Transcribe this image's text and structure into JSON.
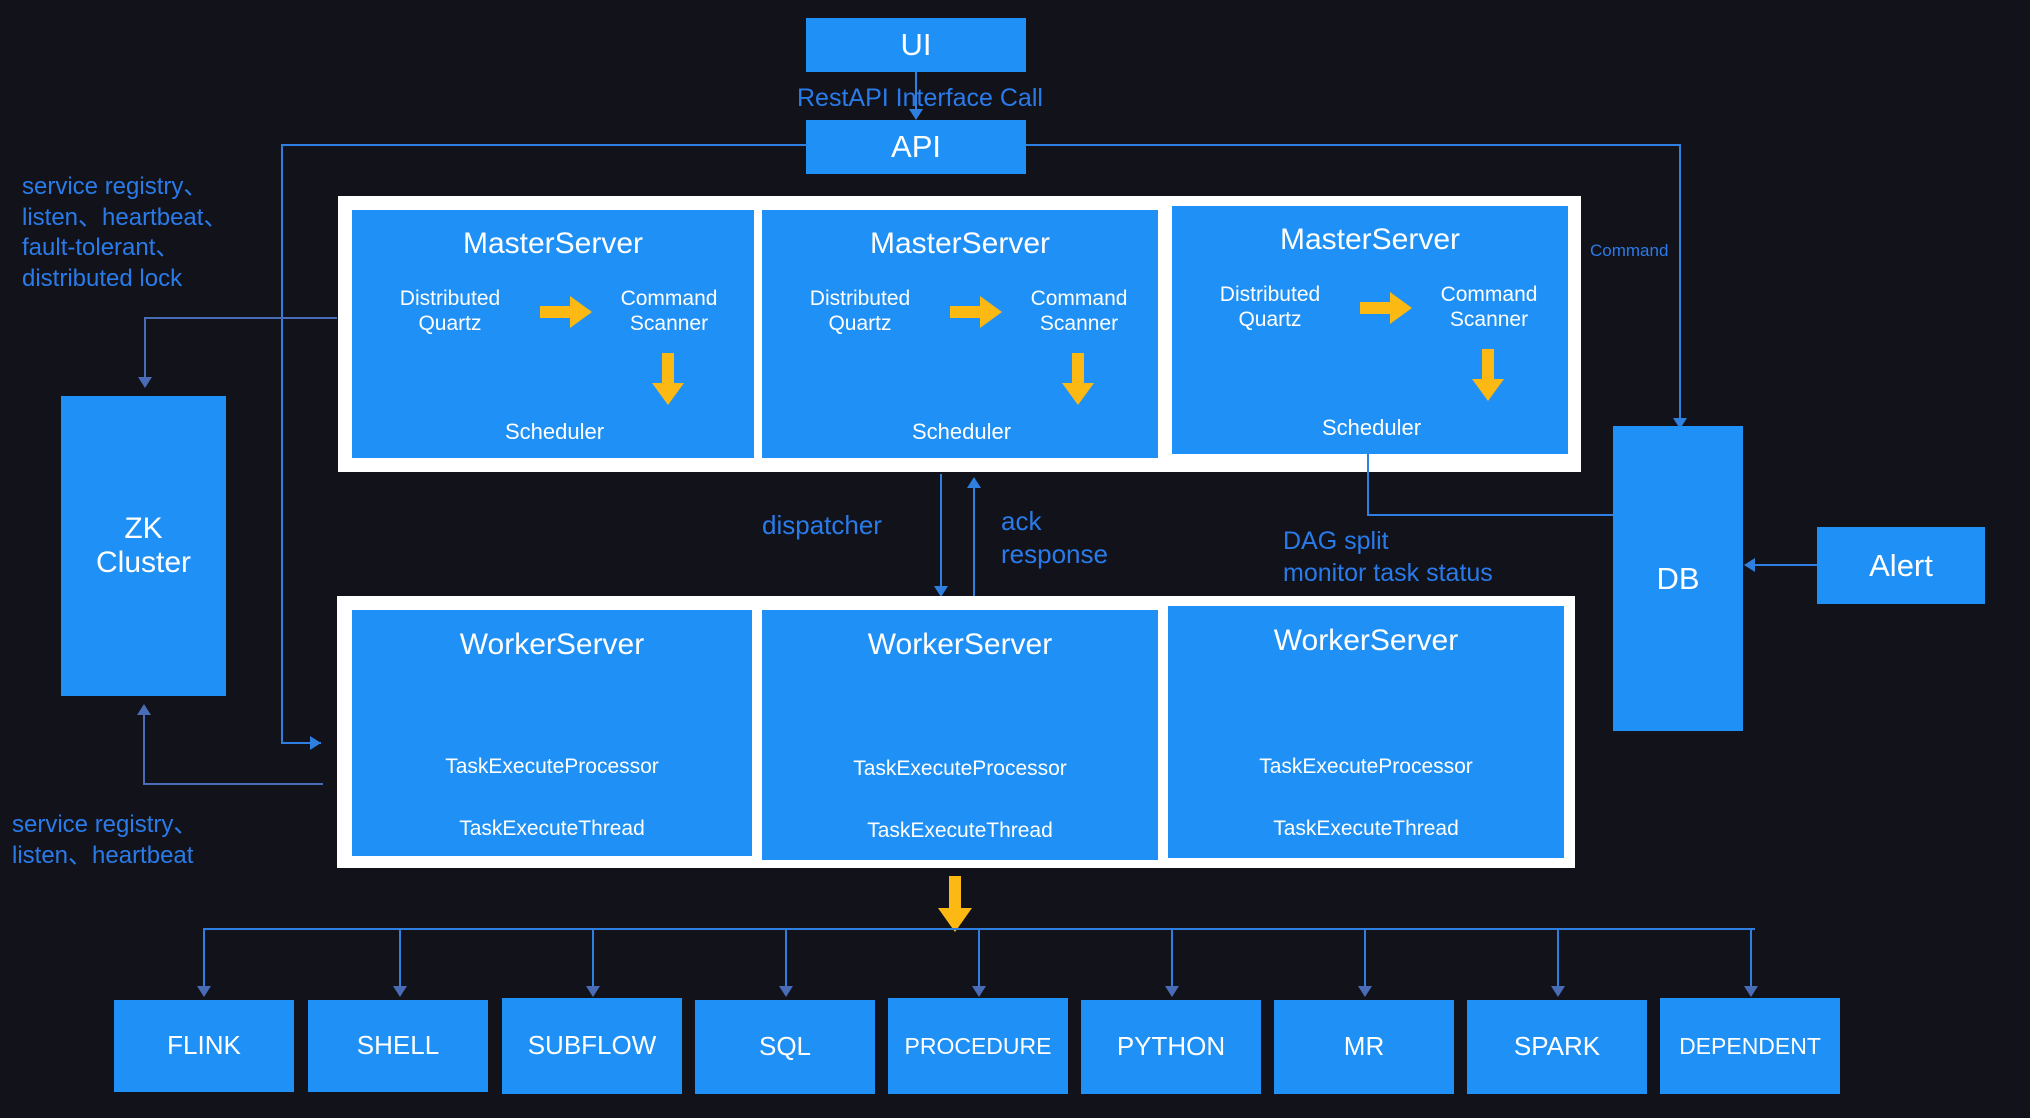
{
  "diagram": {
    "title_nodes": {
      "ui": "UI",
      "api": "API",
      "zk": "ZK\nCluster",
      "db": "DB",
      "alert": "Alert"
    },
    "edge_labels": {
      "rest_api_call": "RestAPI Interface Call",
      "zk_master": "service registry、\nlisten、heartbeat、\nfault-tolerant、\ndistributed lock",
      "zk_worker": "service registry、\nlisten、heartbeat",
      "command": "Command",
      "dispatcher": "dispatcher",
      "ack_response": "ack\nresponse",
      "dag_split": "DAG split\nmonitor task status"
    },
    "master_servers": [
      {
        "title": "MasterServer",
        "quartz": "Distributed\nQuartz",
        "scanner": "Command\nScanner",
        "scheduler": "Scheduler"
      },
      {
        "title": "MasterServer",
        "quartz": "Distributed\nQuartz",
        "scanner": "Command\nScanner",
        "scheduler": "Scheduler"
      },
      {
        "title": "MasterServer",
        "quartz": "Distributed\nQuartz",
        "scanner": "Command\nScanner",
        "scheduler": "Scheduler"
      }
    ],
    "worker_servers": [
      {
        "title": "WorkerServer",
        "processor": "TaskExecuteProcessor",
        "thread": "TaskExecuteThread"
      },
      {
        "title": "WorkerServer",
        "processor": "TaskExecuteProcessor",
        "thread": "TaskExecuteThread"
      },
      {
        "title": "WorkerServer",
        "processor": "TaskExecuteProcessor",
        "thread": "TaskExecuteThread"
      }
    ],
    "task_types": [
      "FLINK",
      "SHELL",
      "SUBFLOW",
      "SQL",
      "PROCEDURE",
      "PYTHON",
      "MR",
      "SPARK",
      "DEPENDENT"
    ],
    "colors": {
      "background": "#12121a",
      "node_blue": "#1f90f5",
      "node_blue_dark": "#1769c9",
      "node_purple": "#6f68d9",
      "frame_white": "#ffffff",
      "edge_blue": "#2f7fe0",
      "edge_dim": "#4a6bb5",
      "orange_arrow": "#fdb913",
      "label_blue": "#2a7bea"
    }
  }
}
